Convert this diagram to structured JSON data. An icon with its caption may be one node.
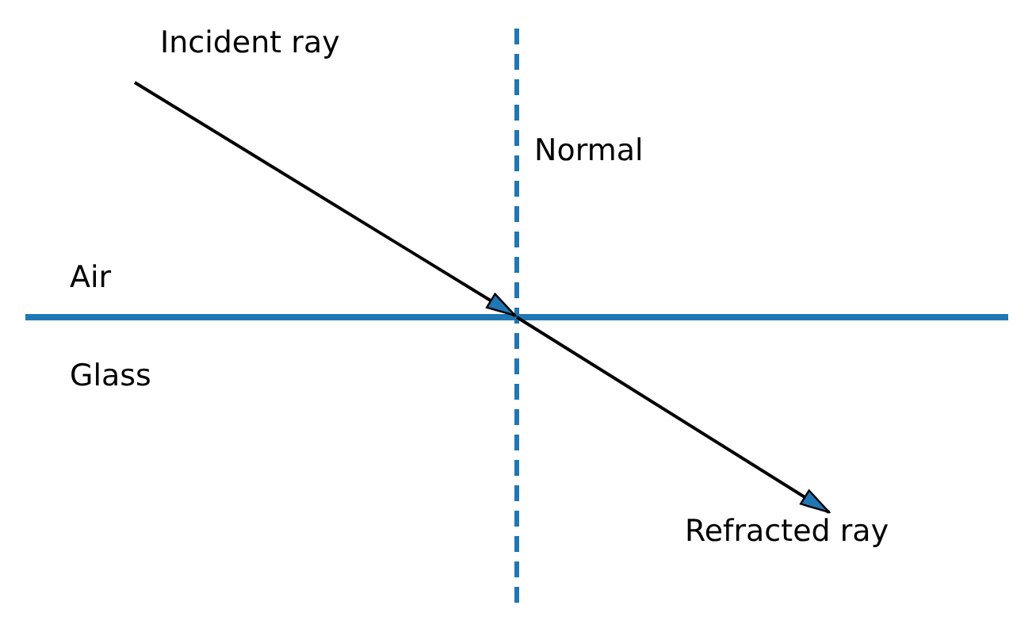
{
  "diagram": {
    "labels": [
      "Incident ray",
      "Normal",
      "Air",
      "Glass",
      "Refracted ray"
    ]
  }
}
